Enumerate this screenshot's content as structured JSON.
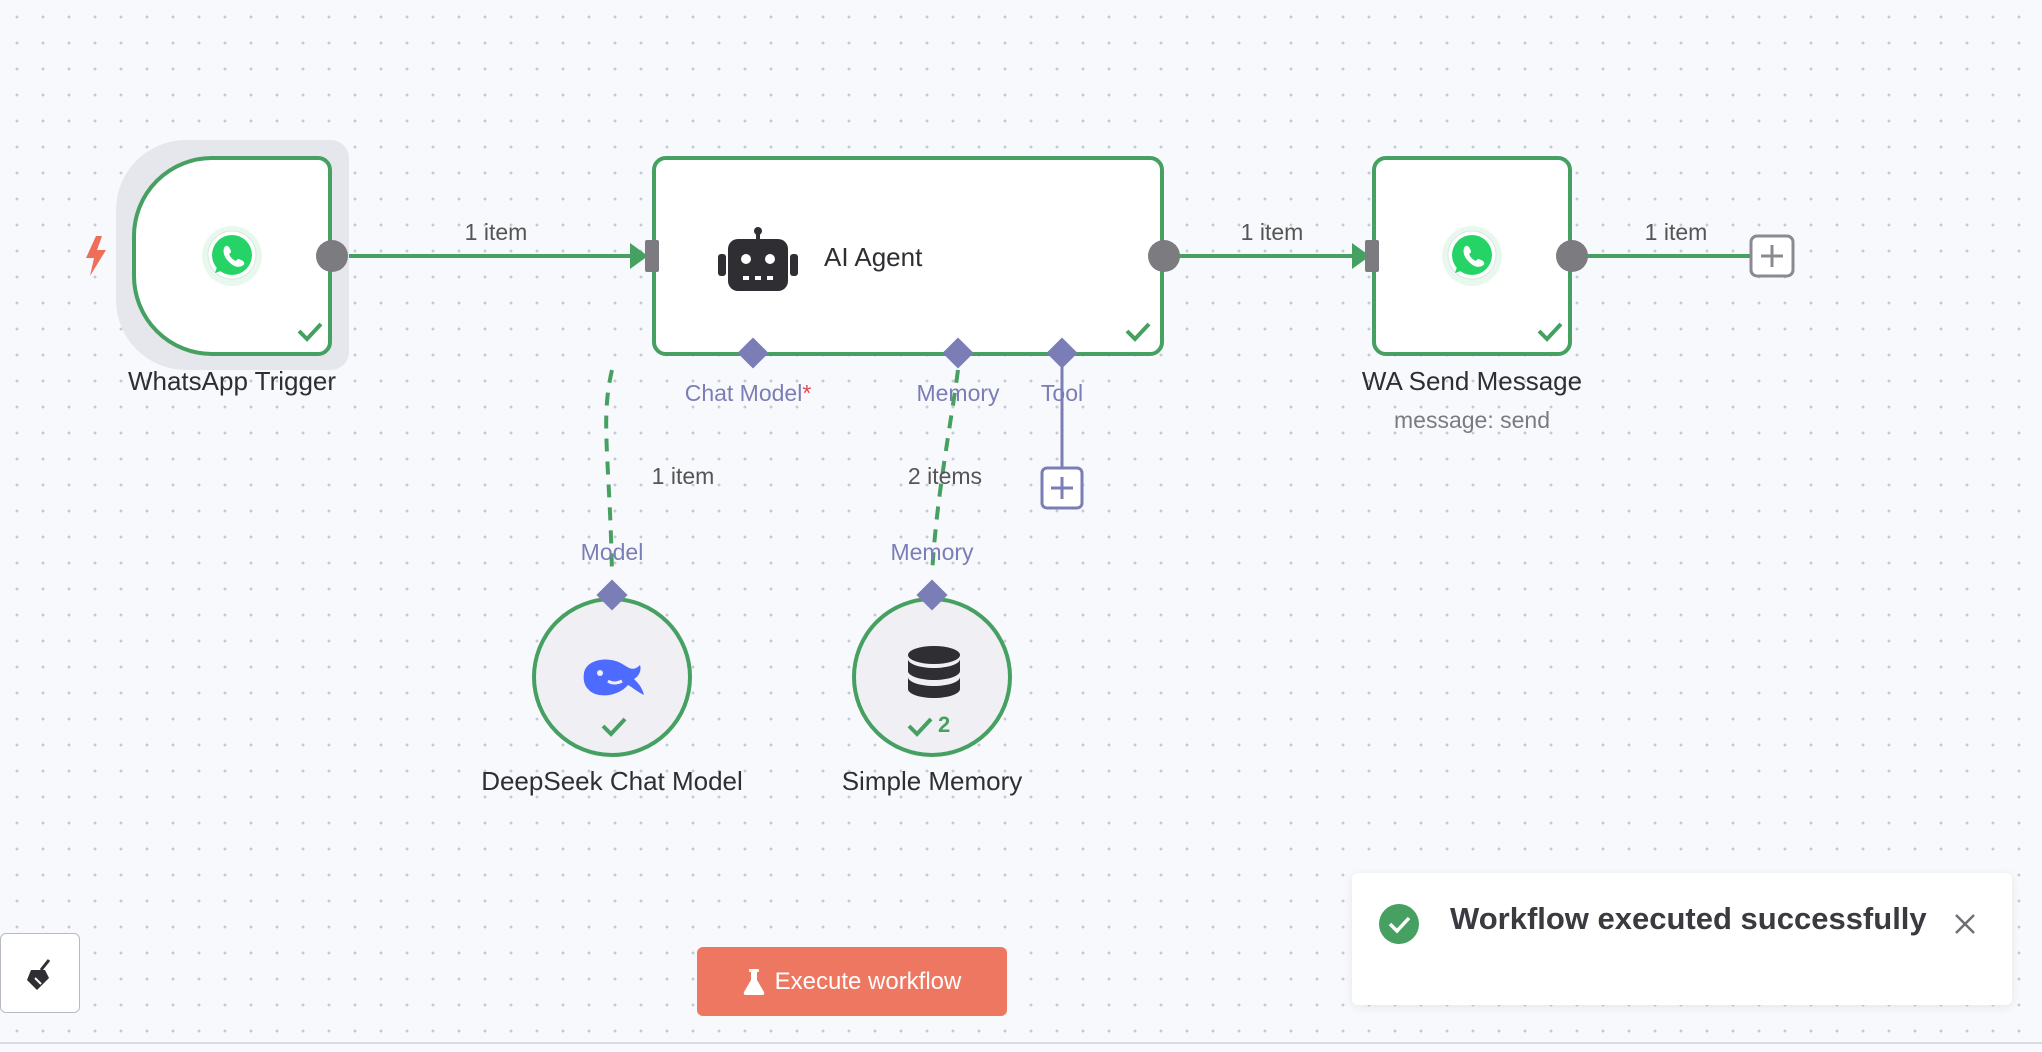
{
  "nodes": {
    "trigger": {
      "name": "WhatsApp Trigger"
    },
    "agent": {
      "name": "AI Agent"
    },
    "send": {
      "name": "WA Send Message",
      "subtitle": "message: send"
    },
    "deepseek": {
      "name": "DeepSeek Chat Model"
    },
    "memory": {
      "name": "Simple Memory",
      "run_count": "2"
    }
  },
  "edges": {
    "trigger_to_agent": "1 item",
    "agent_to_send": "1 item",
    "send_out": "1 item",
    "model_link": "1 item",
    "memory_link": "2 items"
  },
  "ports": {
    "chat_model": "Chat Model",
    "chat_model_required": "*",
    "memory": "Memory",
    "tool": "Tool",
    "model_in": "Model",
    "memory_in": "Memory"
  },
  "toast": {
    "message": "Workflow executed successfully"
  },
  "actions": {
    "execute": "Execute workflow"
  },
  "colors": {
    "success": "#46a062",
    "execute_button": "#ee7762",
    "port": "#7b7eb6",
    "whatsapp": "#25d366",
    "deepseek": "#4d6bfe"
  }
}
